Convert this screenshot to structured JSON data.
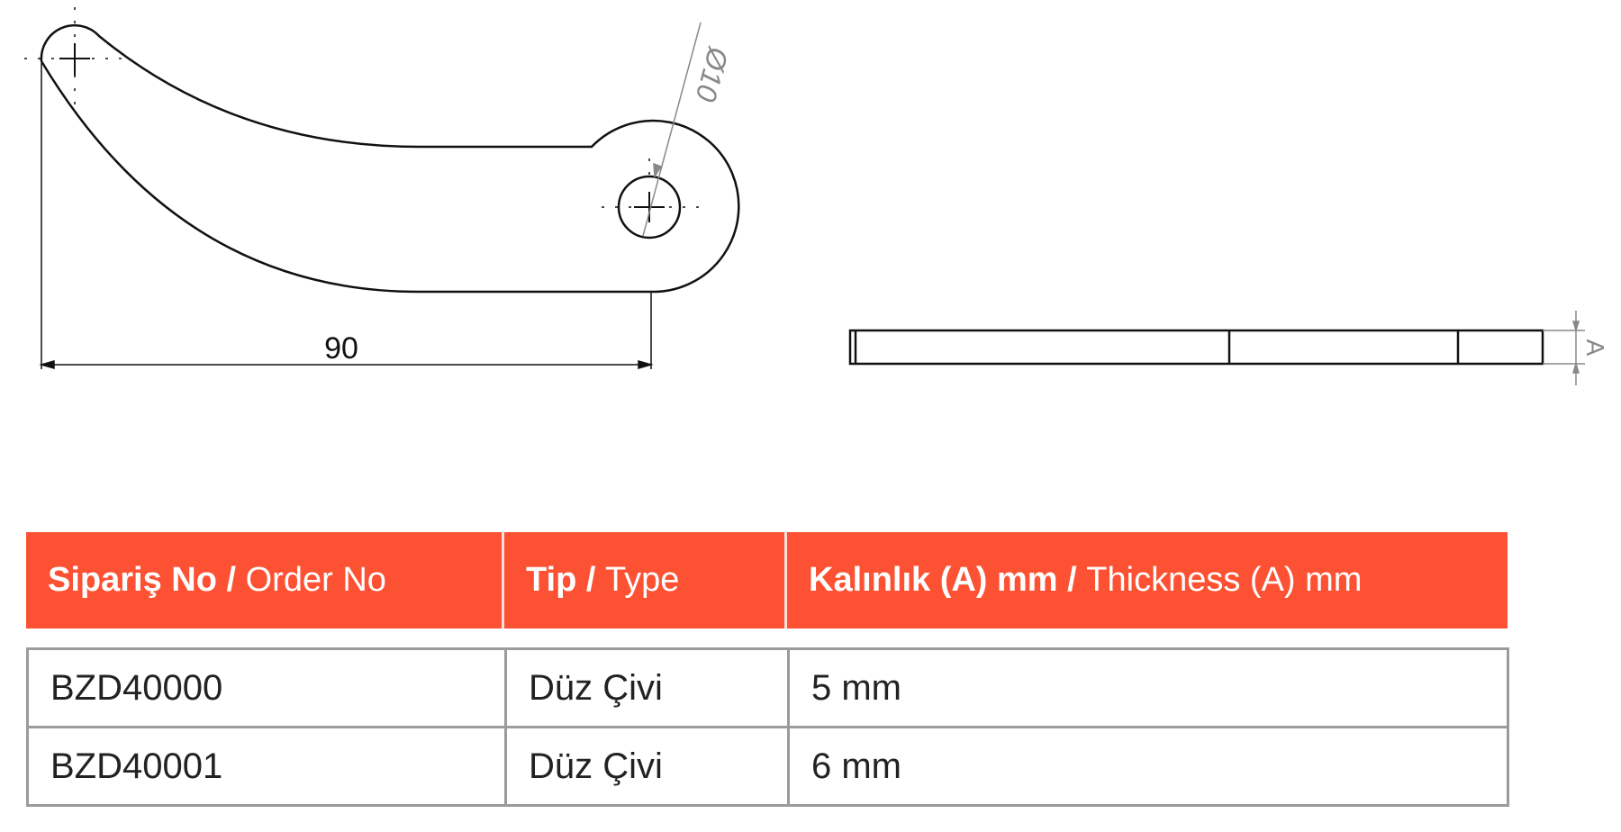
{
  "drawing": {
    "length_dim": "90",
    "hole_dim": "Ø10",
    "thickness_dim": "A"
  },
  "table": {
    "headers": [
      {
        "tr": "Sipariş No /",
        "en": "Order No"
      },
      {
        "tr": "Tip /",
        "en": "Type"
      },
      {
        "tr": "Kalınlık (A) mm /",
        "en": "Thickness (A) mm"
      }
    ],
    "rows": [
      [
        "BZD40000",
        "Düz Çivi",
        "5 mm"
      ],
      [
        "BZD40001",
        "Düz Çivi",
        "6 mm"
      ]
    ],
    "header_color": "#fc5233"
  }
}
